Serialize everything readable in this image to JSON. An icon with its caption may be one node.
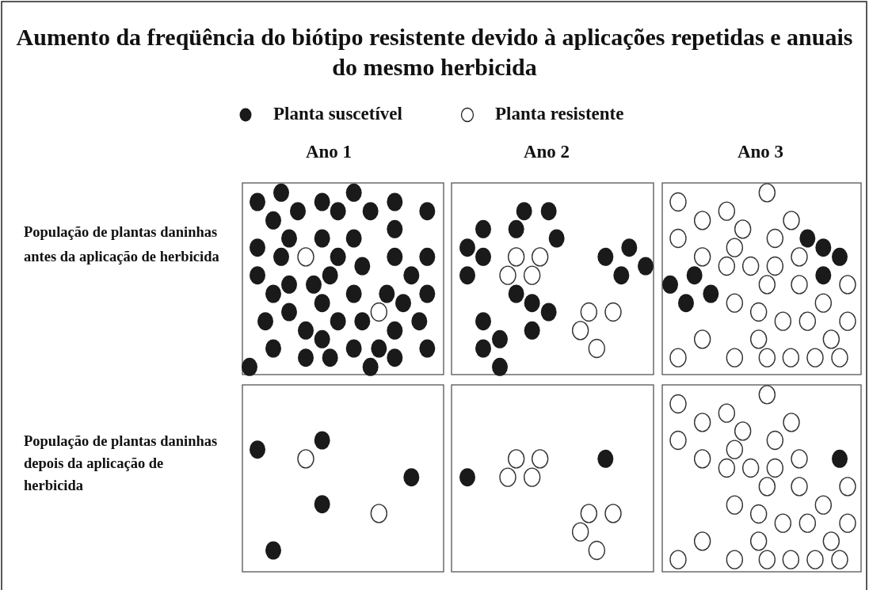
{
  "diagram": {
    "title": "Aumento da freqüência do biótipo resistente devido à aplicações repetidas e anuais do mesmo herbicida",
    "labels": [
      "Ano 1",
      "Ano 2",
      "Ano 3",
      "População de plantas daninhas antes da aplicação de herbicida",
      "População de plantas daninhas depois da aplicação de herbicida"
    ],
    "legend": [
      {
        "text": "Planta suscetível"
      },
      {
        "text": "Planta resistente"
      }
    ]
  }
}
